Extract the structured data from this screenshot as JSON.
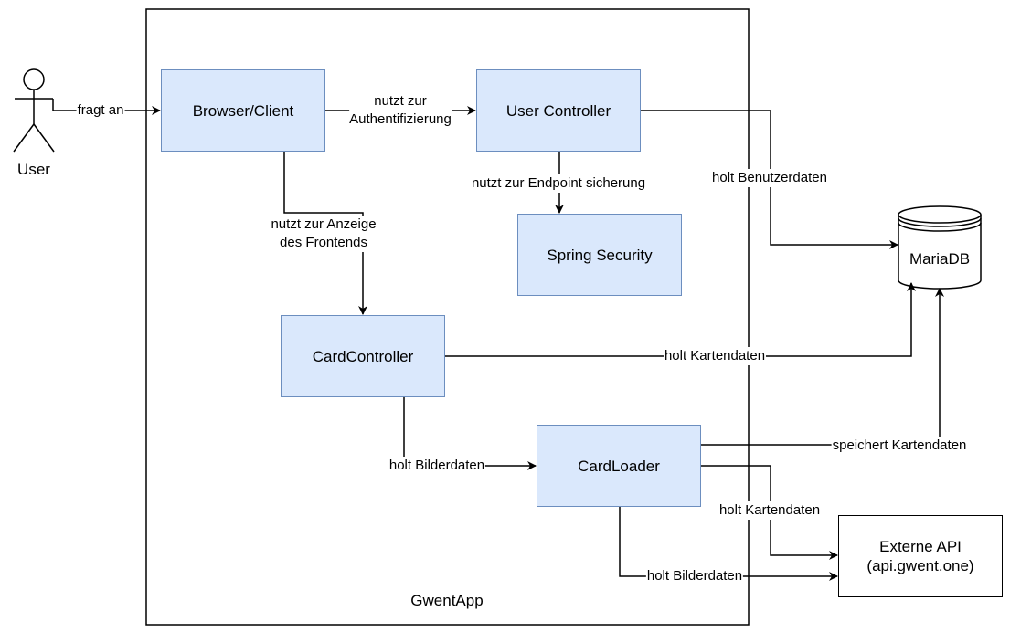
{
  "actor": {
    "label": "User"
  },
  "container": {
    "label": "GwentApp"
  },
  "nodes": {
    "browser": "Browser/Client",
    "user_controller": "User Controller",
    "spring_security": "Spring Security",
    "card_controller": "CardController",
    "card_loader": "CardLoader",
    "mariadb": "MariaDB",
    "external_api_line1": "Externe API",
    "external_api_line2": "(api.gwent.one)"
  },
  "edges": {
    "user_to_browser": "fragt an",
    "browser_to_usercontroller_line1": "nutzt zur",
    "browser_to_usercontroller_line2": "Authentifizierung",
    "usercontroller_to_security": "nutzt zur Endpoint sicherung",
    "browser_to_cardcontroller_line1": "nutzt zur Anzeige",
    "browser_to_cardcontroller_line2": "des Frontends",
    "usercontroller_to_db": "holt Benutzerdaten",
    "cardcontroller_to_db": "holt Kartendaten",
    "cardloader_to_db": "speichert Kartendaten",
    "cardcontroller_to_cardloader": "holt Bilderdaten",
    "cardloader_to_api_cards": "holt Kartendaten",
    "cardloader_to_api_images": "holt Bilderdaten"
  },
  "colors": {
    "node_fill": "#dae8fc",
    "node_stroke": "#6c8ebf",
    "line": "#000000"
  }
}
